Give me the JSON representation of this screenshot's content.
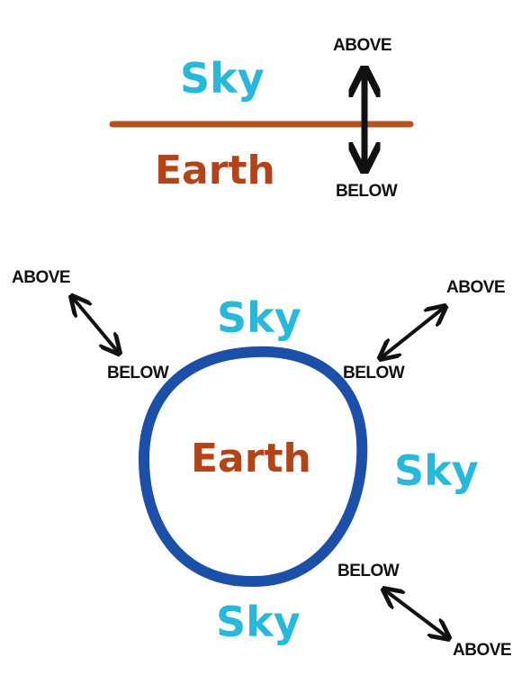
{
  "colors": {
    "sky": "#27b8dc",
    "earth": "#b3441a",
    "horizon": "#b5521f",
    "globe": "#1c4fa8",
    "arrow": "#111111"
  },
  "flat": {
    "sky_label": "Sky",
    "earth_label": "Earth",
    "above_label": "ABOVE",
    "below_label": "BELOW"
  },
  "round": {
    "earth_label": "Earth",
    "sky_top": "Sky",
    "sky_right": "Sky",
    "sky_bottom": "Sky",
    "upper_left": {
      "above": "ABOVE",
      "below": "BELOW"
    },
    "upper_right": {
      "above": "ABOVE",
      "below": "BELOW"
    },
    "lower_right": {
      "above": "ABOVE",
      "below": "BELOW"
    }
  }
}
